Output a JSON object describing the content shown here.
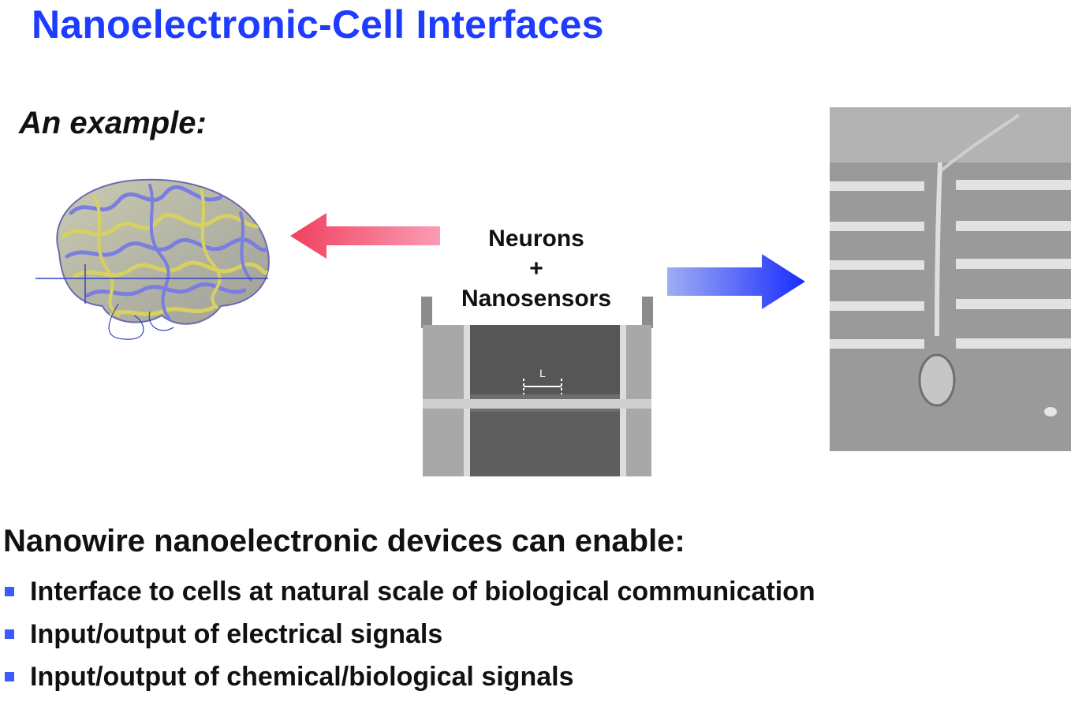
{
  "slide": {
    "title": "Nanoelectronic-Cell Interfaces",
    "example_label": "An example:"
  },
  "center": {
    "line1": "Neurons",
    "line2": "+",
    "line3": "Nanosensors",
    "scale_label": "L"
  },
  "arrows": {
    "left_color": "#f2546e",
    "right_color": "#1a2cff"
  },
  "colors": {
    "title": "#1d3cff",
    "bullet": "#3a5bff"
  },
  "bottom": {
    "heading": "Nanowire nanoelectronic devices can enable:",
    "bullets": [
      "Interface to cells at natural scale of biological communication",
      "Input/output of electrical signals",
      "Input/output of chemical/biological signals"
    ]
  }
}
